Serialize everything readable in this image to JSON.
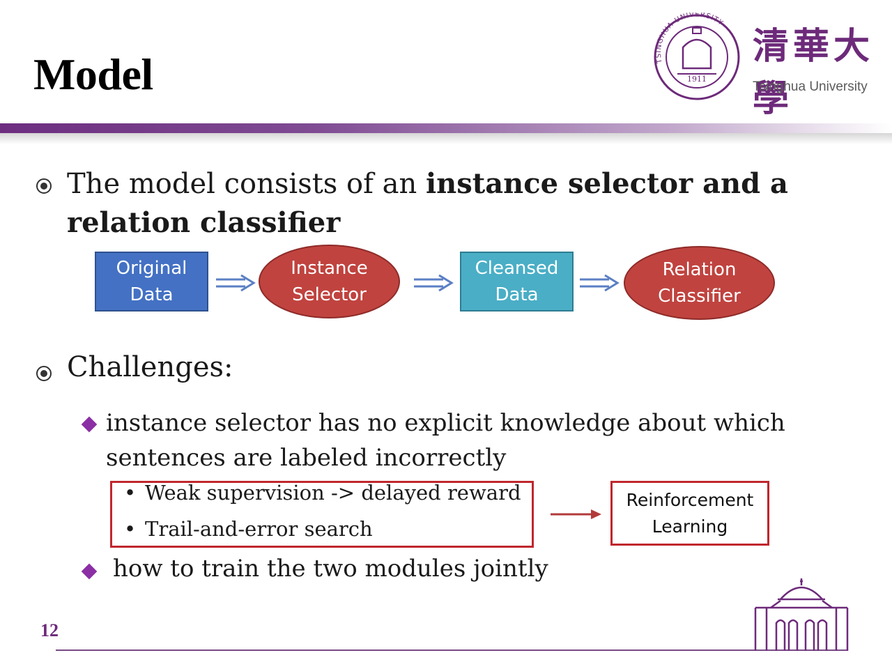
{
  "slide": {
    "title": "Model",
    "page_number": "12",
    "logo": {
      "chinese_name": "清華大學",
      "english_name": "Tsinghua University",
      "seal_text": "TSINGHUA UNIVERSITY",
      "seal_year": "1911"
    }
  },
  "bullets": {
    "first": {
      "prefix": "The model consists of an ",
      "bold": "instance selector and a relation classifier"
    },
    "second": {
      "text": "Challenges:"
    }
  },
  "flow": {
    "nodes": [
      {
        "line1": "Original",
        "line2": "Data",
        "color": "#4471c4"
      },
      {
        "line1": "Instance",
        "line2": "Selector",
        "color": "#c0433f"
      },
      {
        "line1": "Cleansed",
        "line2": "Data",
        "color": "#4aaec6"
      },
      {
        "line1": "Relation",
        "line2": "Classifier",
        "color": "#c0433f"
      }
    ]
  },
  "challenges": {
    "item1": "instance selector has no explicit knowledge about which sentences are labeled incorrectly",
    "points": [
      "Weak supervision -> delayed reward",
      "Trail-and-error search"
    ],
    "result": {
      "line1": "Reinforcement",
      "line2": "Learning"
    },
    "item2": "how to train the two modules jointly"
  },
  "colors": {
    "accent_purple": "#6d2a7a",
    "diamond_purple": "#8b2fa4",
    "highlight_red": "#c0272d"
  }
}
